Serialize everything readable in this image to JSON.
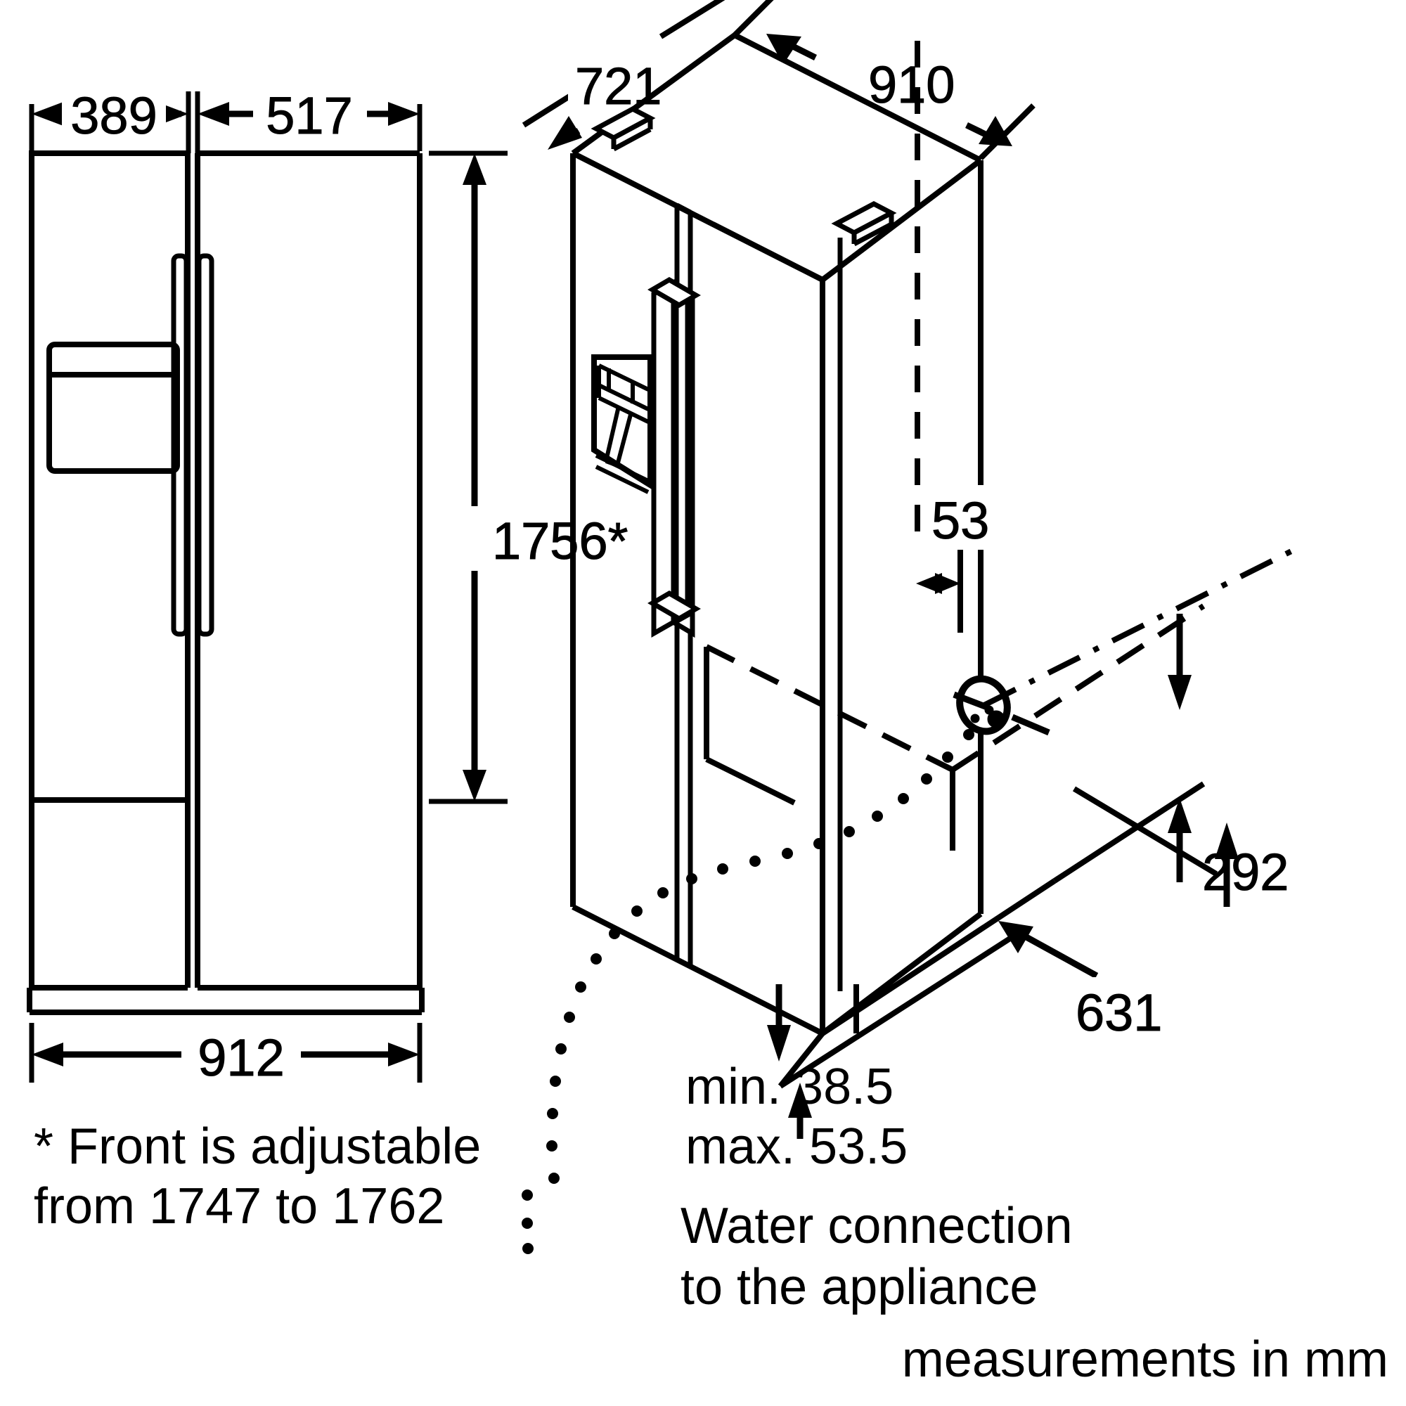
{
  "drawing": {
    "title": "Side-by-side refrigerator installation dimension drawing",
    "units_note": "measurements in mm",
    "line_color": "#000000",
    "background_color": "#ffffff"
  },
  "front_view": {
    "name": "front-elevation",
    "dimensions": {
      "left_door_width": "389",
      "right_door_width": "517",
      "total_height": "1756*",
      "total_width": "912"
    },
    "features": {
      "dispenser": "water-and-ice-dispenser",
      "handles": "two-vertical-door-handles"
    }
  },
  "perspective_view": {
    "name": "isometric-view",
    "dimensions": {
      "depth": "721",
      "width": "910",
      "water_connection_offset": "53",
      "rear_clearance_height": "292",
      "base_depth": "631"
    },
    "features": {
      "dispenser": "water-and-ice-dispenser",
      "water_connection_point": "water-connection-marker"
    }
  },
  "notes": {
    "footnote_line1": "* Front is adjustable",
    "footnote_line2": "from 1747 to 1762",
    "minmax_line1": "min. 38.5",
    "minmax_line2": "max. 53.5",
    "water_line1": "Water connection",
    "water_line2": "to the appliance",
    "units": "measurements in mm"
  }
}
